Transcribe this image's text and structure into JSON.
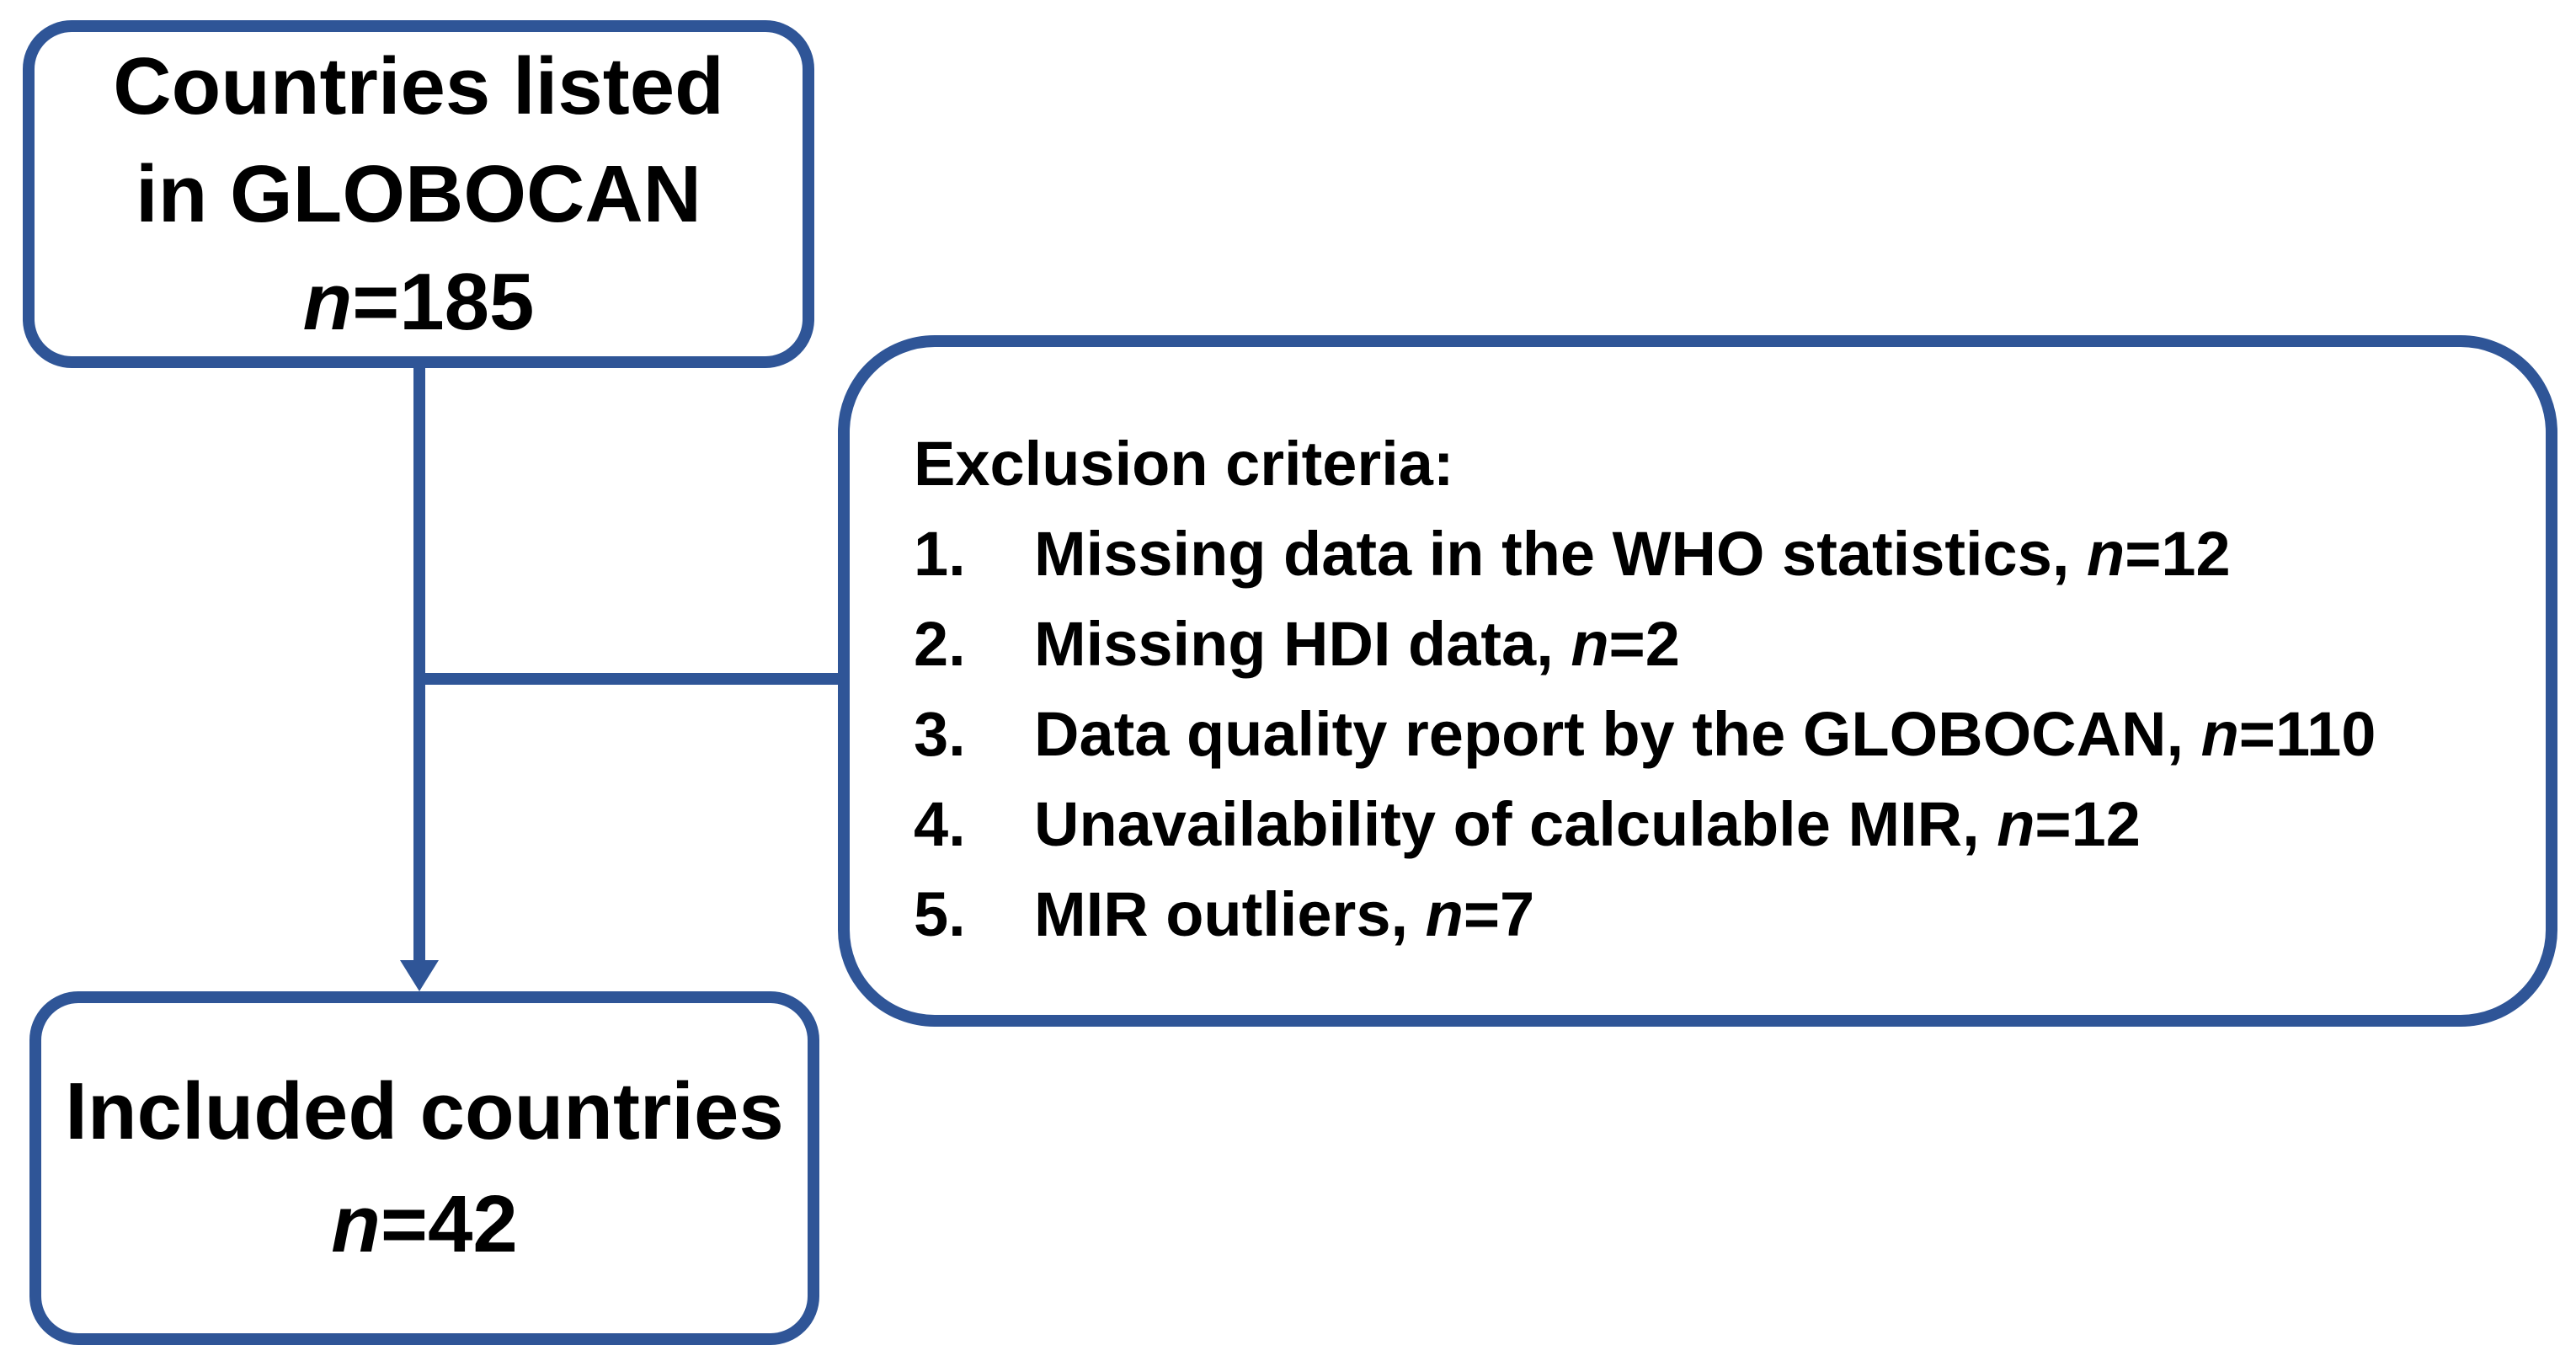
{
  "colors": {
    "line_blue": "#2F5597",
    "text_black": "#000000",
    "background": "#FFFFFF"
  },
  "source_box": {
    "line1": "Countries listed",
    "line2": "in GLOBOCAN",
    "n_italic": "n",
    "n_rest": "=185"
  },
  "exclusion_box": {
    "heading": "Exclusion criteria:",
    "items": [
      {
        "num": "1.",
        "text": "Missing data in the WHO statistics, ",
        "n_italic": "n",
        "n_rest": "=12"
      },
      {
        "num": "2.",
        "text": "Missing HDI data, ",
        "n_italic": "n",
        "n_rest": "=2"
      },
      {
        "num": "3.",
        "text": "Data quality report by the GLOBOCAN, ",
        "n_italic": "n",
        "n_rest": "=110"
      },
      {
        "num": "4.",
        "text": "Unavailability of calculable MIR, ",
        "n_italic": "n",
        "n_rest": "=12"
      },
      {
        "num": "5.",
        "text": "MIR outliers, ",
        "n_italic": "n",
        "n_rest": "=7"
      }
    ]
  },
  "included_box": {
    "line1": "Included countries",
    "n_italic": "n",
    "n_rest": "=42"
  }
}
